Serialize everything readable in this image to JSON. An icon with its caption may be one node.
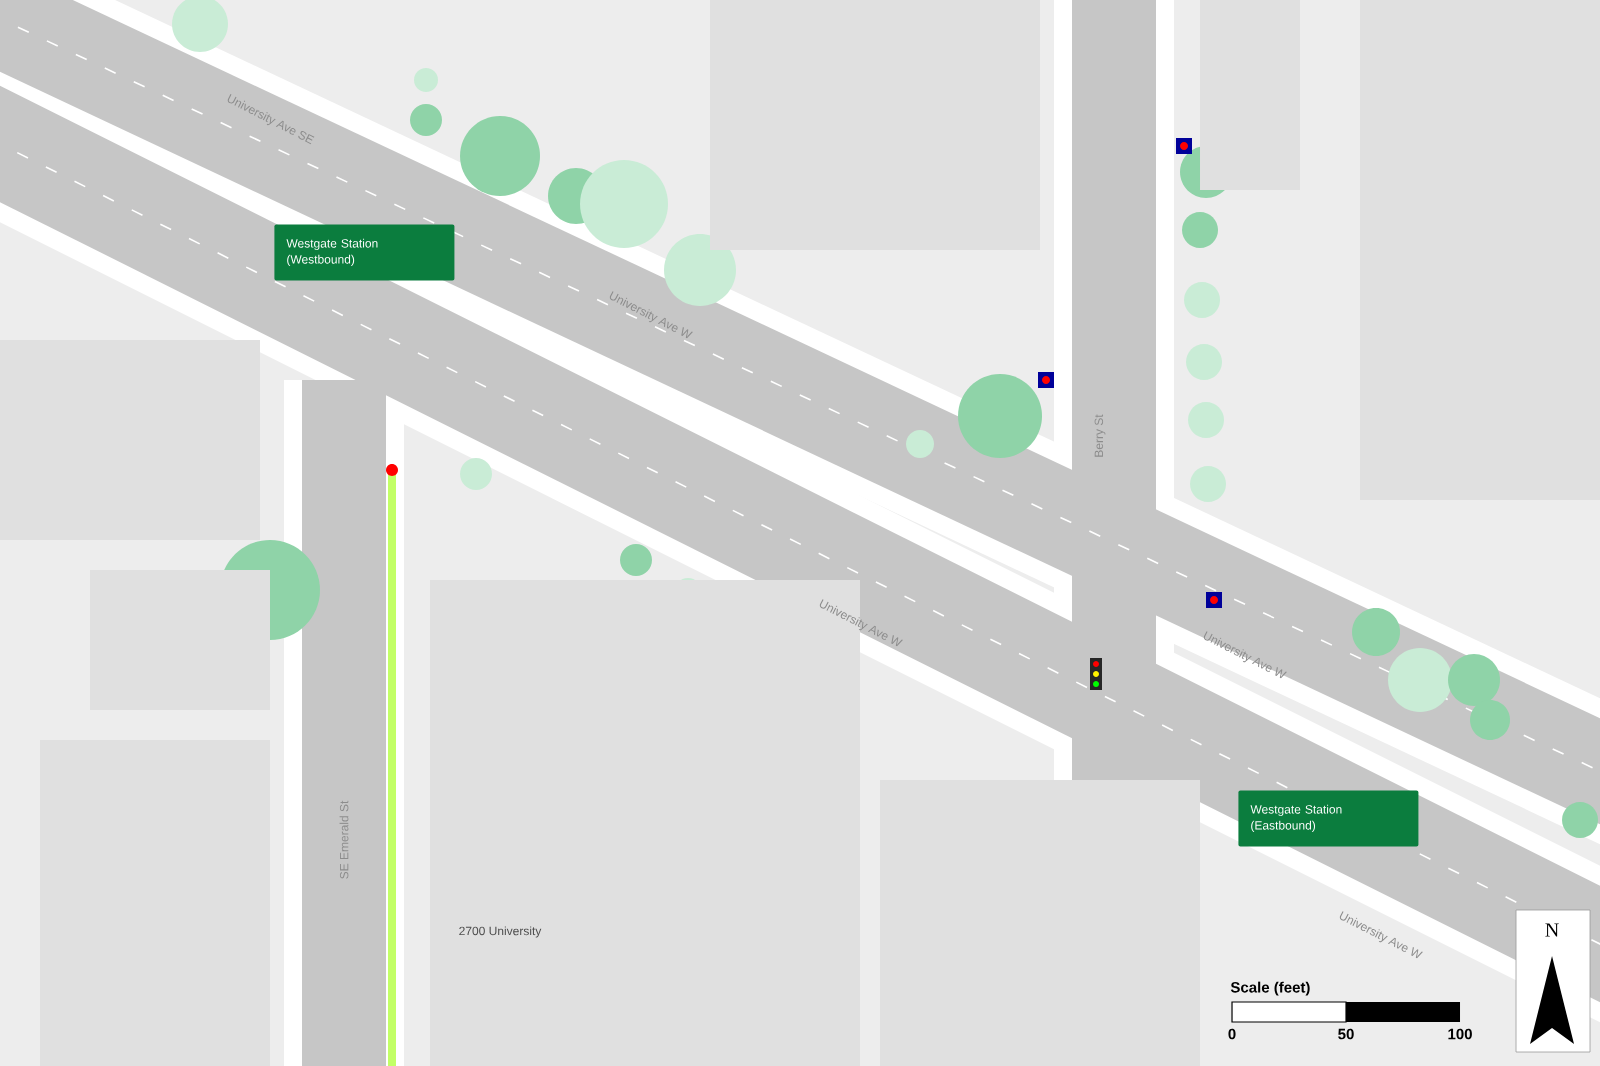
{
  "diagram": {
    "nodes": [
      {
        "text": [
          "Westgate Station (Westbound)"
        ]
      },
      {
        "text": [
          "Westgate Station (Eastbound)"
        ]
      }
    ],
    "labels": [
      "University Ave SE",
      "University Ave W",
      "University Ave W",
      "University Ave W",
      "University Ave W",
      "Berry St",
      "SE Emerald St",
      "2700 University",
      "Scale (feet)",
      "0",
      "50",
      "100",
      "N"
    ]
  }
}
